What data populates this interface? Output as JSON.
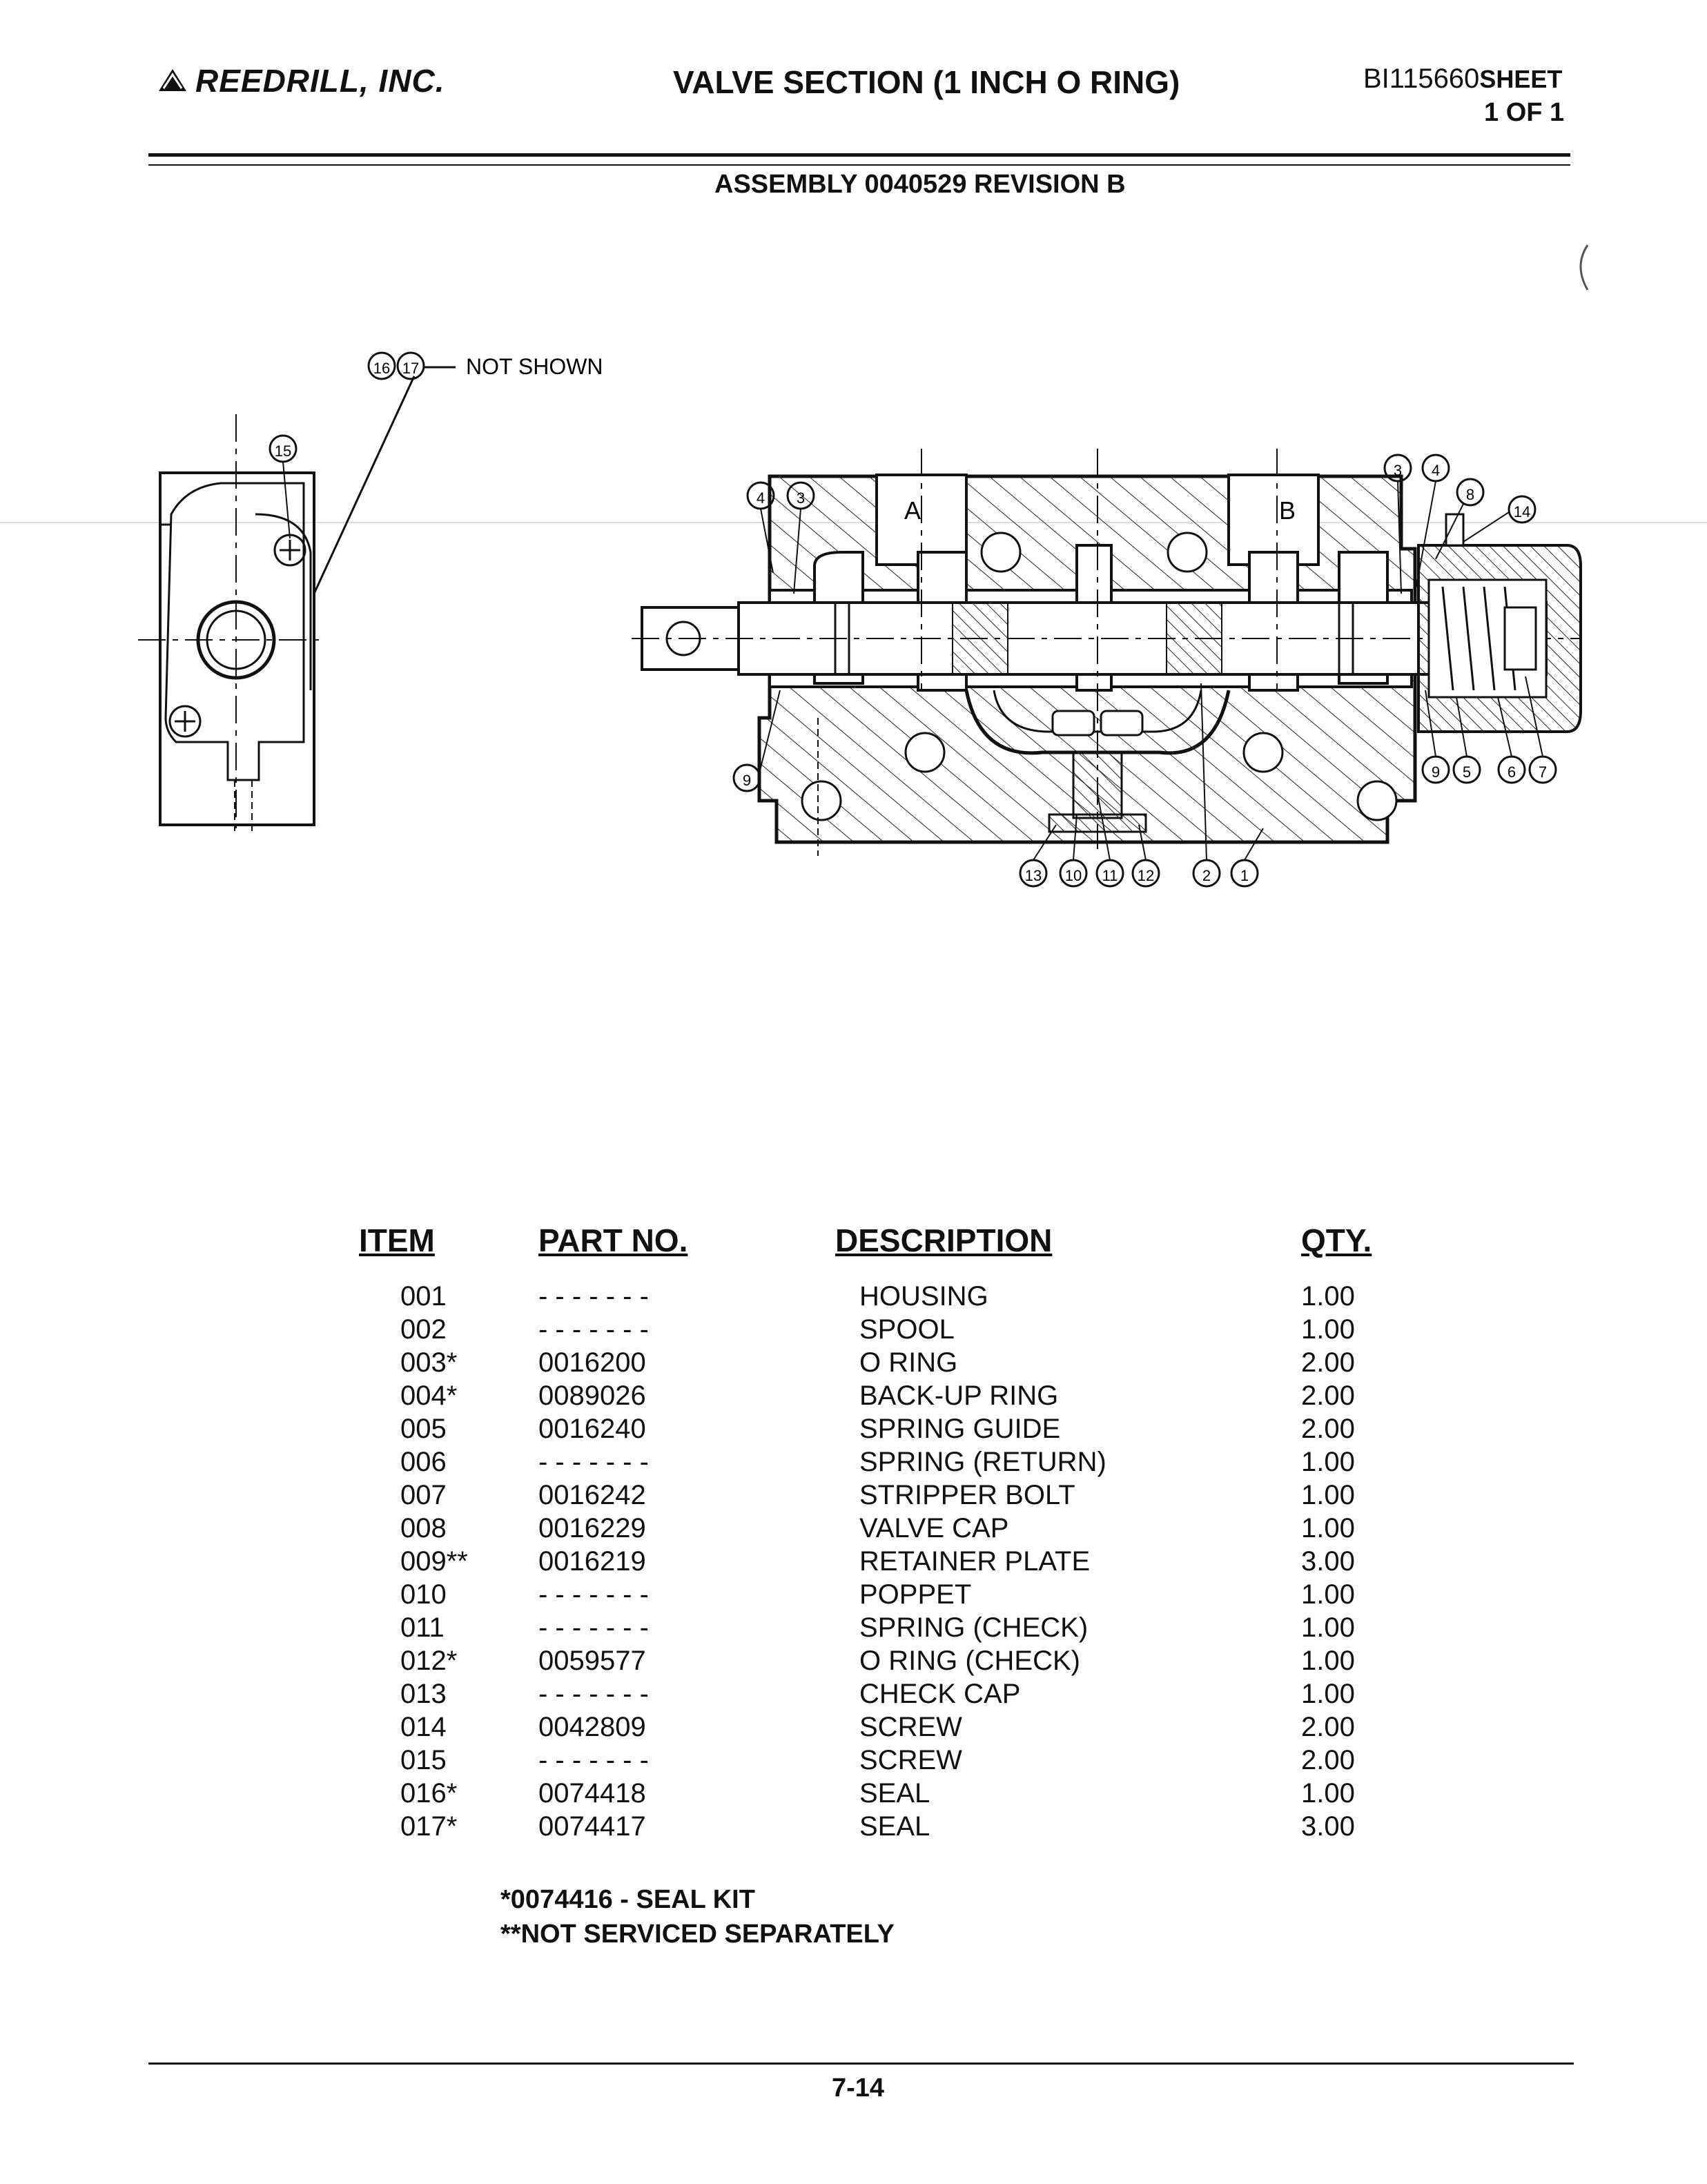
{
  "header": {
    "company": "REEDRILL, INC.",
    "title": "VALVE SECTION (1 INCH O RING)",
    "doc_number": "BI115660",
    "sheet_word": "SHEET",
    "sheet": "1 OF 1",
    "assembly": "ASSEMBLY 0040529 REVISION B"
  },
  "drawing": {
    "callout_not_shown": "NOT SHOWN",
    "port_a": "A",
    "port_b": "B",
    "balloons": [
      "16",
      "17",
      "15",
      "4",
      "3",
      "3",
      "4",
      "8",
      "14",
      "9",
      "9",
      "5",
      "6",
      "7",
      "13",
      "10",
      "11",
      "12",
      "2",
      "1"
    ]
  },
  "parts_table": {
    "columns": [
      "ITEM",
      "PART NO.",
      "DESCRIPTION",
      "QTY."
    ],
    "rows": [
      [
        "001",
        "- - - - - - -",
        "HOUSING",
        "1.00"
      ],
      [
        "002",
        "- - - - - - -",
        "SPOOL",
        "1.00"
      ],
      [
        "003*",
        "0016200",
        "O RING",
        "2.00"
      ],
      [
        "004*",
        "0089026",
        "BACK-UP RING",
        "2.00"
      ],
      [
        "005",
        "0016240",
        "SPRING GUIDE",
        "2.00"
      ],
      [
        "006",
        "- - - - - - -",
        "SPRING (RETURN)",
        "1.00"
      ],
      [
        "007",
        "0016242",
        "STRIPPER BOLT",
        "1.00"
      ],
      [
        "008",
        "0016229",
        "VALVE CAP",
        "1.00"
      ],
      [
        "009**",
        "0016219",
        "RETAINER PLATE",
        "3.00"
      ],
      [
        "010",
        "- - - - - - -",
        "POPPET",
        "1.00"
      ],
      [
        "011",
        "- - - - - - -",
        "SPRING (CHECK)",
        "1.00"
      ],
      [
        "012*",
        "0059577",
        "O RING (CHECK)",
        "1.00"
      ],
      [
        "013",
        "- - - - - - -",
        "CHECK CAP",
        "1.00"
      ],
      [
        "014",
        "0042809",
        "SCREW",
        "2.00"
      ],
      [
        "015",
        "- - - - - - -",
        "SCREW",
        "2.00"
      ],
      [
        "016*",
        "0074418",
        "SEAL",
        "1.00"
      ],
      [
        "017*",
        "0074417",
        "SEAL",
        "3.00"
      ]
    ]
  },
  "notes": {
    "seal_kit": "*0074416 - SEAL KIT",
    "not_serviced": "**NOT SERVICED SEPARATELY"
  },
  "footer": {
    "page_number": "7-14"
  }
}
